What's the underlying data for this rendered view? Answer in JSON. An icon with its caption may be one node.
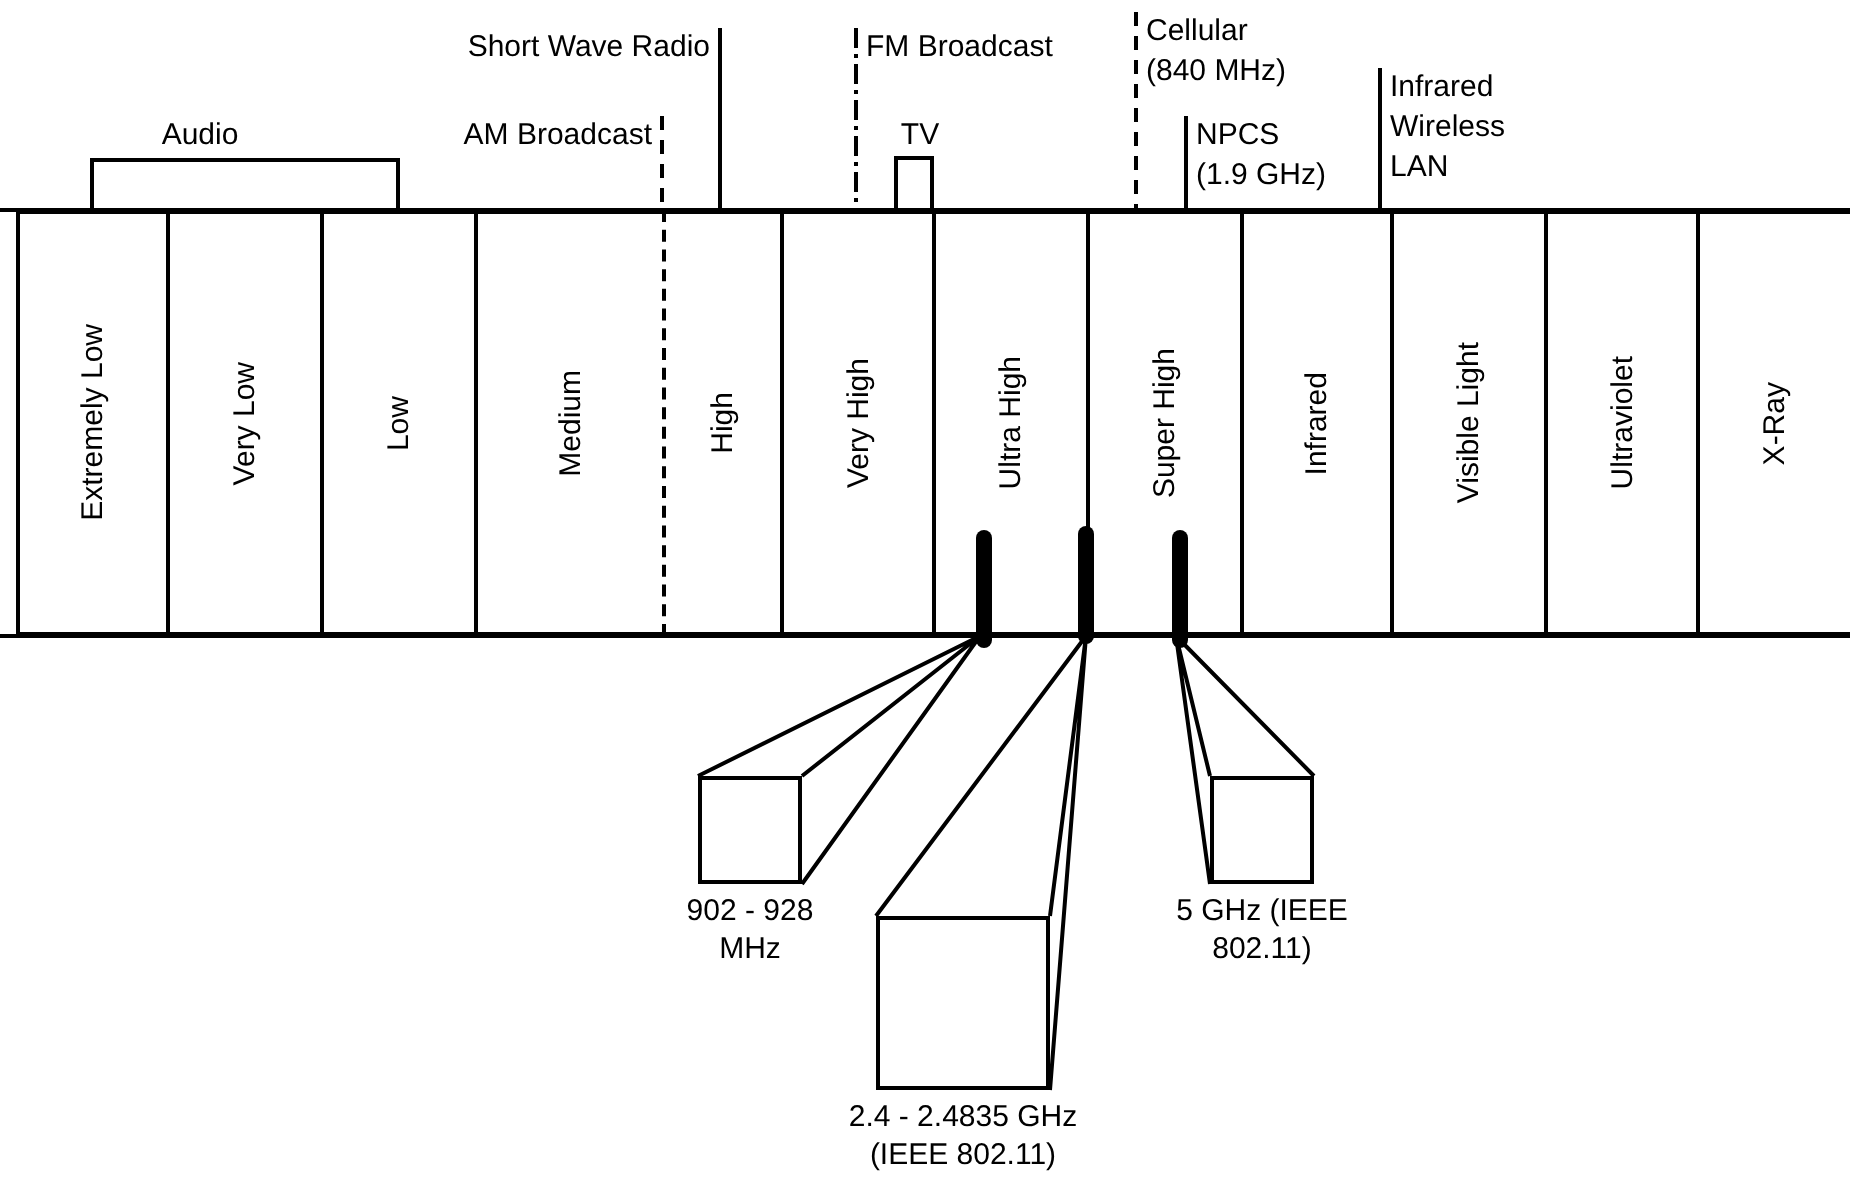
{
  "diagram": {
    "nodes": [
      {
        "text": [
          "Short Wave Radio"
        ]
      },
      {
        "text": [
          "FM Broadcast"
        ]
      },
      {
        "text": [
          "Cellular (840 MHz)"
        ]
      },
      {
        "text": [
          "Infrared Wireless LAN"
        ]
      },
      {
        "text": [
          "AM Broadcast"
        ]
      },
      {
        "text": [
          "NPCS (1.9 GHz)"
        ]
      },
      {
        "text": [
          "Extremely Low"
        ]
      },
      {
        "text": [
          "Very Low"
        ]
      },
      {
        "text": [
          "Low"
        ]
      },
      {
        "text": [
          "Medium"
        ]
      },
      {
        "text": [
          "High"
        ]
      },
      {
        "text": [
          "Very High"
        ]
      },
      {
        "text": [
          "Ultra High"
        ]
      },
      {
        "text": [
          "Super High"
        ]
      },
      {
        "text": [
          "Infrared"
        ]
      },
      {
        "text": [
          "Visible Light"
        ]
      },
      {
        "text": [
          "Ultraviolet"
        ]
      },
      {
        "text": [
          "X-Ray"
        ]
      },
      {
        "text": [],
        "shape": "bar",
        "in": 12
      },
      {
        "text": [],
        "shape": "bar"
      },
      {
        "text": [],
        "shape": "bar",
        "in": 13
      },
      {
        "text": [
          "902 - 928 MHz"
        ]
      },
      {
        "text": [
          "5 GHz (IEEE 802.11)"
        ]
      },
      {
        "text": [
          "2.4 - 2.4835 GHz (IEEE 802.11)"
        ]
      }
    ],
    "edges": [
      {
        "from": 0,
        "to": 10,
        "arrow": "none"
      },
      {
        "from": 1,
        "to": 11,
        "arrow": "none",
        "style": "dashed"
      },
      {
        "from": 2,
        "to": 13,
        "arrow": "none",
        "style": "dashed"
      },
      {
        "from": 3,
        "to": 14,
        "arrow": "none"
      },
      {
        "from": 4,
        "to": 10,
        "arrow": "none",
        "style": "dashed"
      },
      {
        "from": 5,
        "to": 13,
        "arrow": "none"
      },
      {
        "from": 18,
        "to": 21,
        "arrow": "none"
      },
      {
        "from": 19,
        "to": 23,
        "arrow": "none"
      },
      {
        "from": 20,
        "to": 22,
        "arrow": "none"
      }
    ],
    "labels": [
      "Audio",
      "TV"
    ]
  }
}
